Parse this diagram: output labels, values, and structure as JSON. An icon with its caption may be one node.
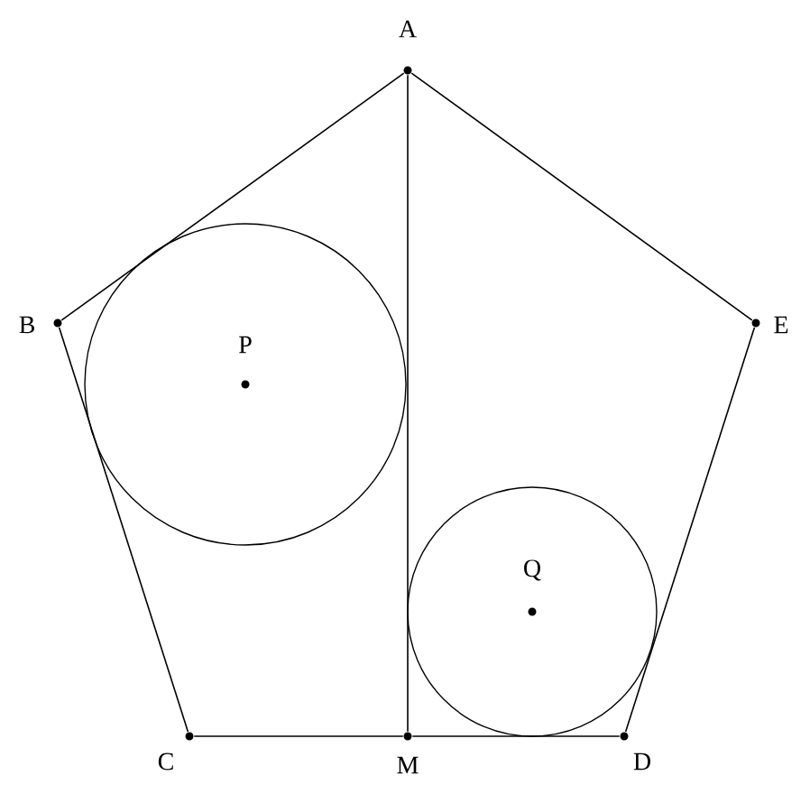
{
  "diagram": {
    "nodes": [
      {
        "text": [
          "A"
        ]
      },
      {
        "text": [
          "B"
        ]
      },
      {
        "text": [
          "C"
        ]
      },
      {
        "text": [
          "M"
        ]
      },
      {
        "text": [
          "D"
        ]
      },
      {
        "text": [
          "E"
        ]
      },
      {
        "text": [
          "P"
        ]
      },
      {
        "text": [
          "Q"
        ]
      }
    ],
    "edges": [
      {
        "from": 0,
        "to": 1,
        "arrow": "none"
      },
      {
        "from": 1,
        "to": 2,
        "arrow": "none"
      },
      {
        "from": 2,
        "to": 3,
        "arrow": "none"
      },
      {
        "from": 3,
        "to": 4,
        "arrow": "none"
      },
      {
        "from": 4,
        "to": 5,
        "arrow": "none"
      },
      {
        "from": 5,
        "to": 0,
        "arrow": "none"
      },
      {
        "from": 0,
        "to": 3,
        "arrow": "none"
      }
    ]
  }
}
